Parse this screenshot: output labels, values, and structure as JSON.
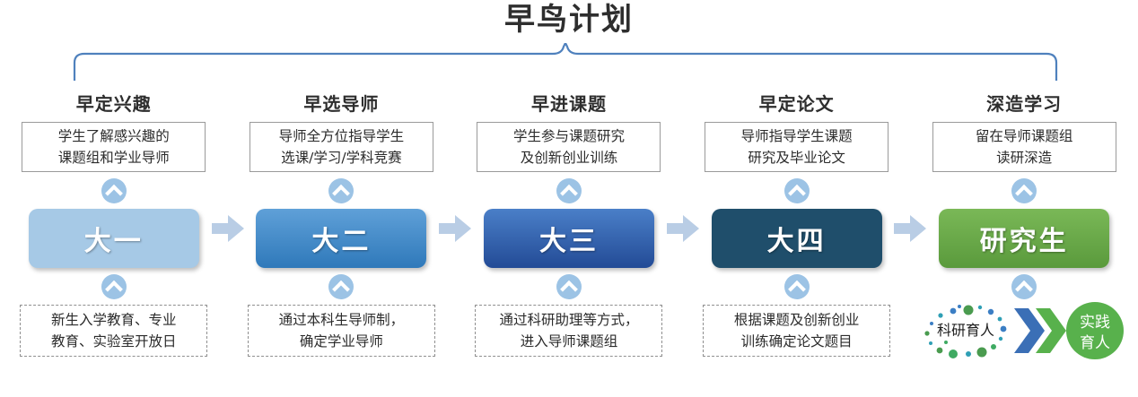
{
  "title": "早鸟计划",
  "colors": {
    "bracket": "#4f81bd",
    "chevron_circle": "#9cc3e5",
    "flow_arrow": "#b9cde5",
    "year1": "#a6c9e6",
    "year2": "#3e86c4",
    "year3": "#2f5fa8",
    "year4": "#1f4e6b",
    "grad": "#6aa84f",
    "logo_green": "#58b14c",
    "logo_blue": "#3b6fb6",
    "note_border": "#9a9a9a"
  },
  "columns": [
    {
      "heading": "早定兴趣",
      "top_note": "学生了解感兴趣的\n课题组和学业导师",
      "year_label": "大一",
      "year_color": "#a6c9e6",
      "bottom_note": "新生入学教育、专业\n教育、实验室开放日",
      "has_arrow": true
    },
    {
      "heading": "早选导师",
      "top_note": "导师全方位指导学生\n选课/学习/学科竞赛",
      "year_label": "大二",
      "year_color": "#3e86c4",
      "bottom_note": "通过本科生导师制，\n确定学业导师",
      "has_arrow": true
    },
    {
      "heading": "早进课题",
      "top_note": "学生参与课题研究\n及创新创业训练",
      "year_label": "大三",
      "year_color": "#2f5fa8",
      "bottom_note": "通过科研助理等方式，\n进入导师课题组",
      "has_arrow": true
    },
    {
      "heading": "早定论文",
      "top_note": "导师指导学生课题\n研究及毕业论文",
      "year_label": "大四",
      "year_color": "#1f4e6b",
      "bottom_note": "根据课题及创新创业\n训练确定论文题目",
      "has_arrow": true
    },
    {
      "heading": "深造学习",
      "top_note": "留在导师课题组\n读研深造",
      "year_label": "研究生",
      "year_color": "#6aa84f",
      "bottom_note": "",
      "has_arrow": false
    }
  ],
  "logo": {
    "left_text": "科研育人",
    "right_text_line1": "实践",
    "right_text_line2": "育人"
  },
  "icons": {
    "chevron_up": "chevron-up-icon",
    "flow_arrow": "right-arrow-icon",
    "bracket": "curly-brace-icon"
  }
}
